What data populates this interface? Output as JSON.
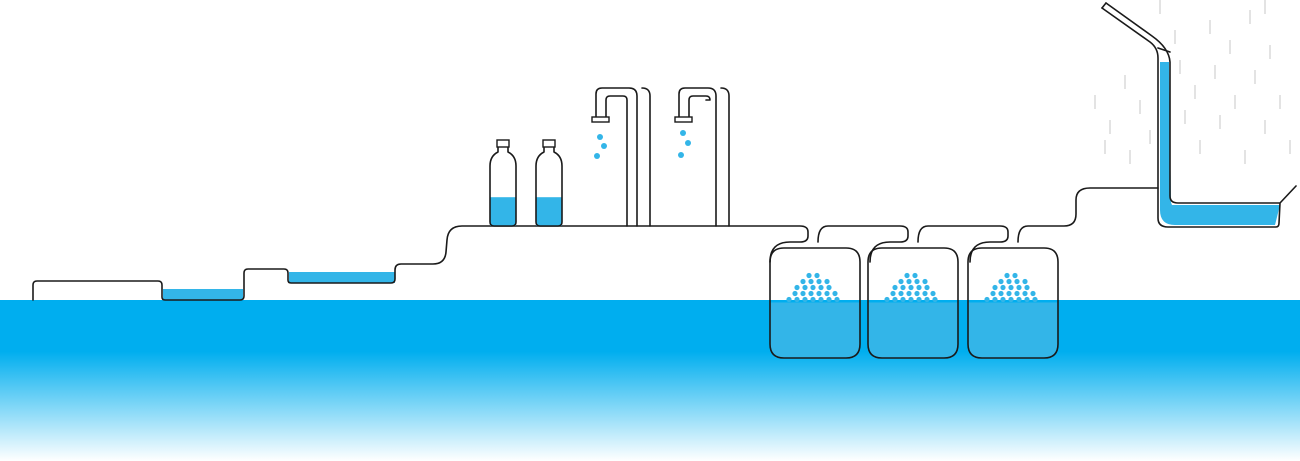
{
  "scene": {
    "description_free": true,
    "colors": {
      "water": "#33b5e8",
      "sea_top": "#00aeef",
      "sea_bottom": "#ffffff",
      "outline": "#1a1a1a",
      "rain": "#c7c7c7"
    },
    "elements": {
      "sea": "sea-icon",
      "pipeline": "pipeline-icon",
      "bottles": [
        "bottle-icon",
        "bottle-icon"
      ],
      "faucets": [
        "faucet-icon",
        "faucet-icon"
      ],
      "tanks": [
        "tank-icon",
        "tank-icon",
        "tank-icon"
      ],
      "rain": "rain-icon",
      "gutter": "gutter-icon"
    },
    "levels": {
      "bottle_fill_fraction": [
        0.45,
        0.45
      ],
      "tank_fill_fraction": [
        0.45,
        0.45,
        0.45
      ]
    }
  }
}
